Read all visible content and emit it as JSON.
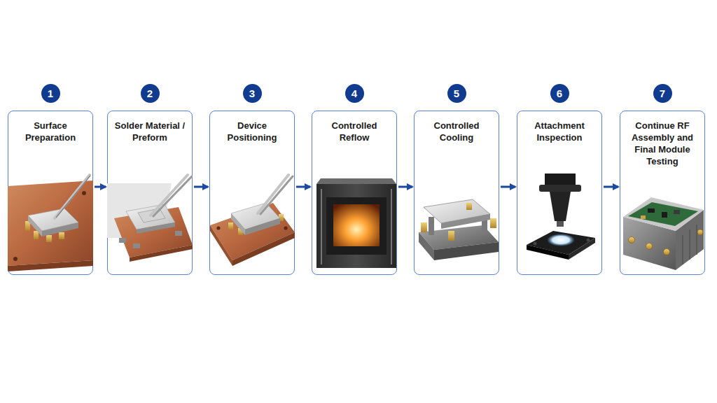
{
  "diagram": {
    "nodes": [
      {
        "text": [
          "1"
        ]
      },
      {
        "text": [
          "Surface Preparation"
        ]
      },
      {
        "text": [
          "2"
        ]
      },
      {
        "text": [
          "Solder Material / Preform"
        ]
      },
      {
        "text": [
          "3"
        ]
      },
      {
        "text": [
          "Device Positioning"
        ]
      },
      {
        "text": [
          "4"
        ]
      },
      {
        "text": [
          "Controlled Reflow"
        ]
      },
      {
        "text": [
          "5"
        ]
      },
      {
        "text": [
          "Controlled Cooling"
        ]
      },
      {
        "text": [
          "6"
        ]
      },
      {
        "text": [
          "Attachment Inspection"
        ]
      },
      {
        "text": [
          "7"
        ]
      },
      {
        "text": [
          "Continue RF Assembly and Final Module Testing"
        ]
      }
    ],
    "edges": [
      {
        "from": 1,
        "to": 3,
        "arrow": "to"
      },
      {
        "from": 3,
        "to": 5,
        "arrow": "to"
      },
      {
        "from": 5,
        "to": 7,
        "arrow": "to"
      },
      {
        "from": 7,
        "to": 9,
        "arrow": "to"
      },
      {
        "from": 9,
        "to": 11,
        "arrow": "to"
      },
      {
        "from": 11,
        "to": 13,
        "arrow": "to"
      }
    ]
  }
}
